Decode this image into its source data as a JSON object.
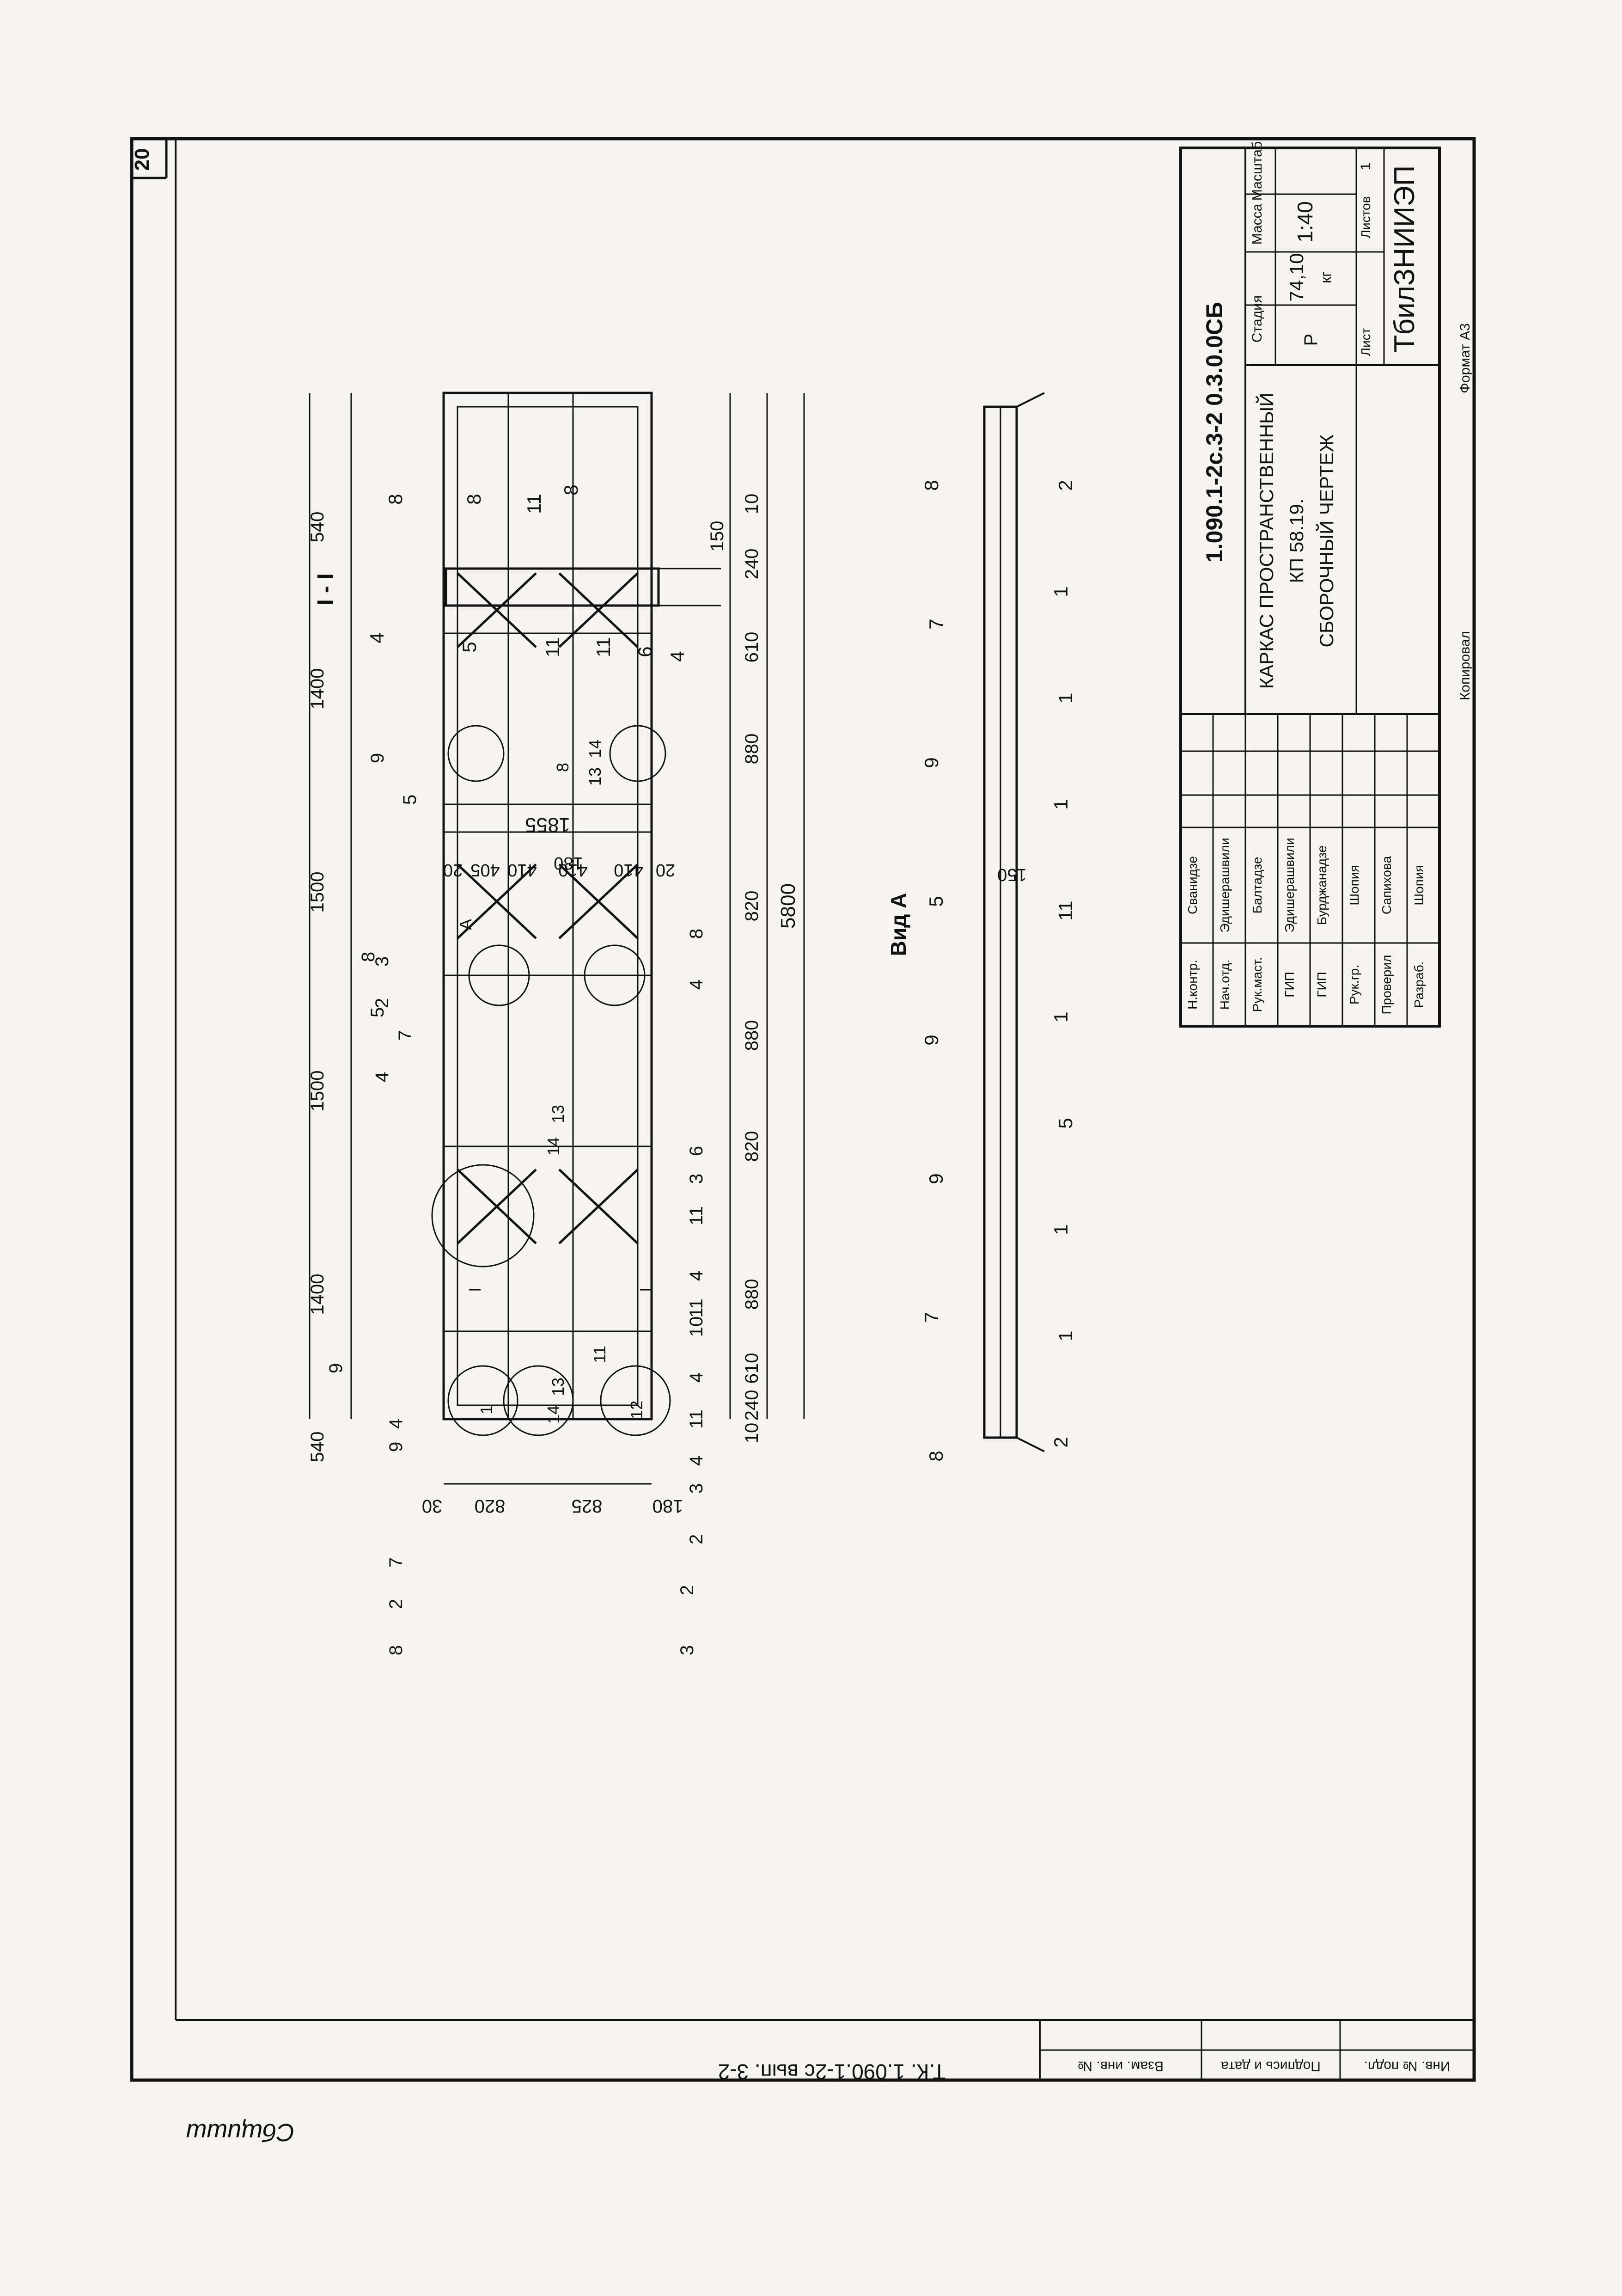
{
  "sheet": {
    "page_number": "20",
    "format_note": "Формат А3",
    "copied_note": "Копировал",
    "series_code": "Т.К. 1.090.1-2с  вып. 3-2",
    "left_stamp": [
      "Инв. № подл.",
      "Подпись и дата",
      "Взам. инв. №"
    ],
    "signature_scribble": "Сбщишш"
  },
  "title_block": {
    "doc_code": "1.090.1-2с.3-2 0.3.0.0СБ",
    "title_lines": [
      "КАРКАС ПРОСТРАНСТВЕННЫЙ",
      "КП 58.19.",
      "СБОРОЧНЫЙ ЧЕРТЕЖ"
    ],
    "stage_header": "Стадия",
    "mass_header": "Масса",
    "scale_header": "Масштаб",
    "stage": "Р",
    "mass": "74,10",
    "mass_unit": "кг",
    "scale": "1:40",
    "sheet_label": "Лист",
    "sheets_label": "Листов",
    "sheets_count": "1",
    "organization": "ТбилЗНИИЭП",
    "roles": [
      {
        "role": "Н.контр.",
        "name": "Сванидзе"
      },
      {
        "role": "Нач.отд.",
        "name": "Эдишерашвили"
      },
      {
        "role": "Рук.маст.",
        "name": "Балтадзе"
      },
      {
        "role": "ГИП",
        "name": "Эдишерашвили"
      },
      {
        "role": "ГИП",
        "name": "Бурджанадзе"
      },
      {
        "role": "Рук.гр.",
        "name": "Шопия"
      },
      {
        "role": "Проверил",
        "name": "Сапихова"
      },
      {
        "role": "Разраб.",
        "name": "Шопия"
      }
    ]
  },
  "plan_view": {
    "top_dims": [
      "540",
      "1400",
      "1500",
      "1500",
      "1400",
      "540"
    ],
    "bottom_dims": [
      "10",
      "240",
      "610",
      "880",
      "820",
      "880",
      "820",
      "880",
      "610",
      "240",
      "10"
    ],
    "overall_length": "5800",
    "right_dims": [
      "20",
      "405",
      "410",
      "410",
      "410",
      "20",
      "180"
    ],
    "right_total": "1855",
    "left_dims": [
      "30",
      "820",
      "825",
      "180"
    ],
    "callouts_top": [
      "8",
      "2",
      "7",
      "9",
      "5",
      "5",
      "9",
      "9",
      "4",
      "3",
      "4",
      "7",
      "2",
      "8"
    ],
    "callouts_bottom": [
      "8",
      "4",
      "6",
      "3",
      "11",
      "4",
      "11",
      "10",
      "4",
      "11",
      "4",
      "3",
      "2",
      "2",
      "3"
    ],
    "inner_marks": [
      "13",
      "14",
      "13",
      "14",
      "13",
      "14",
      "8",
      "1",
      "11",
      "12",
      "A",
      "I",
      "I"
    ]
  },
  "section_view": {
    "title": "I - I",
    "dim": "150",
    "callouts": [
      "8",
      "8",
      "8",
      "11",
      "4",
      "5",
      "11",
      "11",
      "6",
      "4"
    ]
  },
  "view_a": {
    "title": "Вид А",
    "dim": "150",
    "callouts_top": [
      "8",
      "7",
      "9",
      "5",
      "9",
      "9",
      "7",
      "8"
    ],
    "callouts_bottom": [
      "2",
      "1",
      "1",
      "1",
      "11",
      "1",
      "5",
      "1",
      "1",
      "2"
    ]
  }
}
